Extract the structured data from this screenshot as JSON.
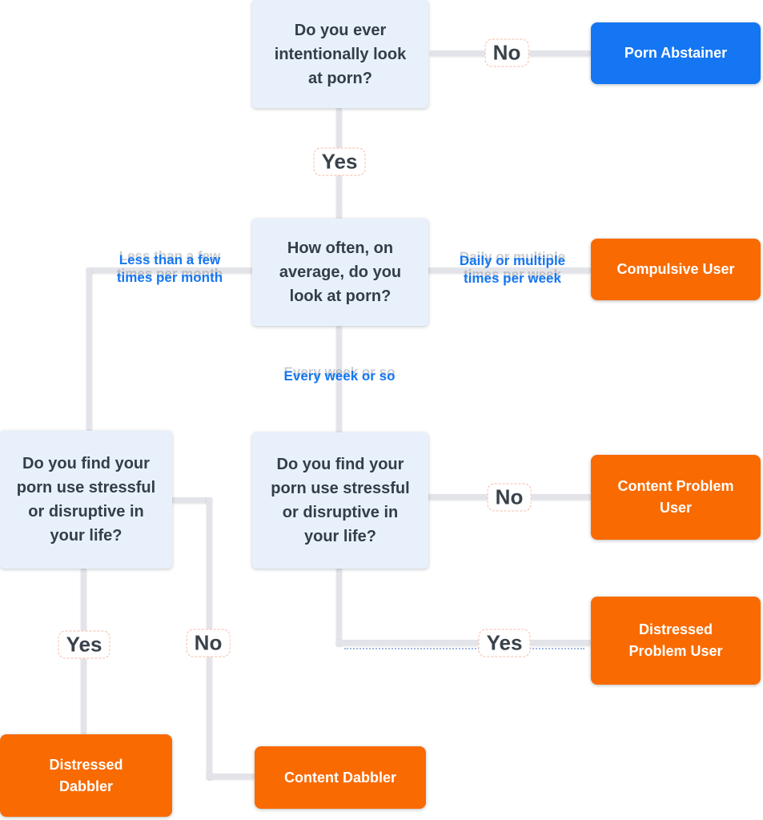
{
  "diagram": {
    "type": "flowchart",
    "colors": {
      "question_box_fill": "#e8f1fb",
      "question_text": "#333e48",
      "result_orange": "#f96a01",
      "result_blue": "#1476f2",
      "result_text": "#ffffff",
      "connector_gray": "#e3e4e9",
      "branch_label_blue": "#1476f2",
      "yes_no_text": "#39424b"
    },
    "nodes": {
      "q_ever": {
        "kind": "question",
        "text": "Do you ever intentionally look at porn?"
      },
      "q_how_often": {
        "kind": "question",
        "text": "How often, on average, do you look at porn?"
      },
      "q_stress_left": {
        "kind": "question",
        "text": "Do you find your porn use stressful or disruptive in your life?"
      },
      "q_stress_center": {
        "kind": "question",
        "text": "Do you find your porn use stressful or disruptive in your life?"
      },
      "porn_abstainer": {
        "kind": "result",
        "color": "#1476f2",
        "text": "Porn Abstainer"
      },
      "compulsive_user": {
        "kind": "result",
        "color": "#f96a01",
        "text": "Compulsive User"
      },
      "content_problem_user": {
        "kind": "result",
        "color": "#f96a01",
        "text": "Content Problem User"
      },
      "distressed_problem_user": {
        "kind": "result",
        "color": "#f96a01",
        "text": "Distressed Problem User"
      },
      "distressed_dabbler": {
        "kind": "result",
        "color": "#f96a01",
        "text": "Distressed Dabbler"
      },
      "content_dabbler": {
        "kind": "result",
        "color": "#f96a01",
        "text": "Content Dabbler"
      }
    },
    "edges": [
      {
        "from": "q_ever",
        "to": "porn_abstainer",
        "label": "No"
      },
      {
        "from": "q_ever",
        "to": "q_how_often",
        "label": "Yes"
      },
      {
        "from": "q_how_often",
        "to": "q_stress_left",
        "label": "Less than a few times per month"
      },
      {
        "from": "q_how_often",
        "to": "compulsive_user",
        "label": "Daily or multiple times per week"
      },
      {
        "from": "q_how_often",
        "to": "q_stress_center",
        "label": "Every week or so"
      },
      {
        "from": "q_stress_center",
        "to": "content_problem_user",
        "label": "No"
      },
      {
        "from": "q_stress_center",
        "to": "distressed_problem_user",
        "label": "Yes"
      },
      {
        "from": "q_stress_left",
        "to": "distressed_dabbler",
        "label": "Yes"
      },
      {
        "from": "q_stress_left",
        "to": "content_dabbler",
        "label": "No"
      }
    ]
  }
}
